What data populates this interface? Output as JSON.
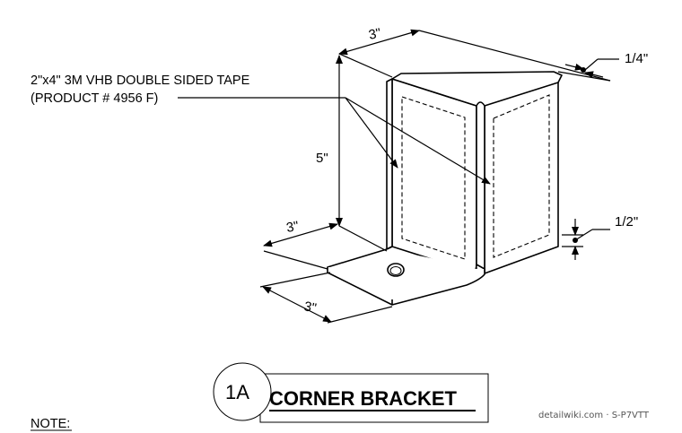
{
  "dimensions": {
    "top_width": "3\"",
    "thickness": "1/4\"",
    "height": "5\"",
    "foot_depth": "3\"",
    "foot_width": "3\"",
    "inset": "1/2\""
  },
  "callout": {
    "line1": "2\"x4\" 3M VHB DOUBLE SIDED TAPE",
    "line2": "(PRODUCT # 4956 F)"
  },
  "title_block": {
    "tag": "1A",
    "title": "CORNER BRACKET"
  },
  "note_label": "NOTE:",
  "watermark": "detailwiki.com · S-P7VTT"
}
